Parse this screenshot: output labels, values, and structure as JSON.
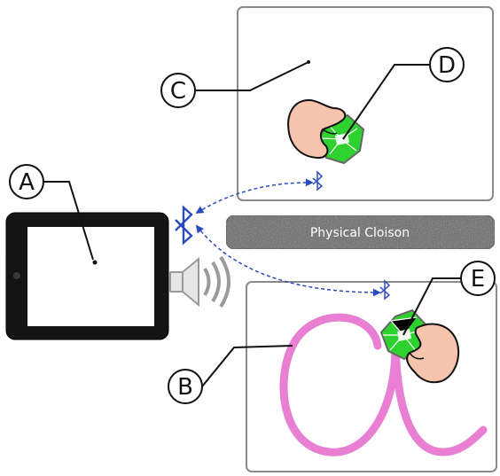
{
  "labels": {
    "a": "A",
    "b": "B",
    "c": "C",
    "d": "D",
    "e": "E"
  },
  "partition": {
    "text": "Physical Cloison"
  },
  "icons": {
    "bluetooth": "bluetooth-icon",
    "speaker": "speaker-icon",
    "tablet": "tablet-icon",
    "hand": "hand-icon",
    "robot": "green-robot-icon"
  },
  "colors": {
    "link": "#2a4bbd",
    "letter": "#e87fd3",
    "robot": "#2ed22e",
    "skin": "#f6c3ad",
    "partition": "#555555",
    "tablet": "#141414"
  }
}
